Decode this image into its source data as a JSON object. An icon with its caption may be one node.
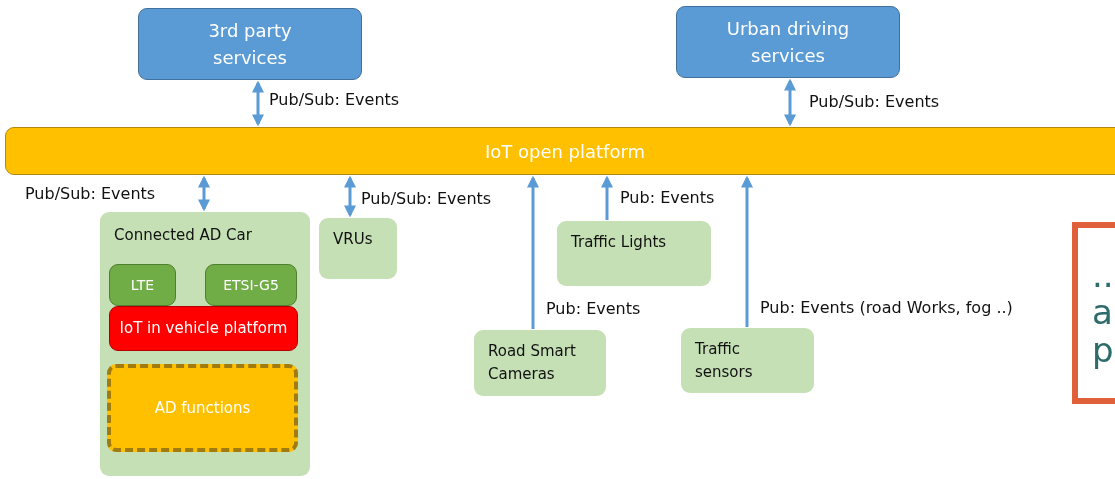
{
  "diagram": {
    "nodes": [
      {
        "text": [
          "3rd party services"
        ]
      },
      {
        "text": [
          "Urban driving services"
        ]
      },
      {
        "text": [
          "IoT open platform"
        ]
      },
      {
        "text": [
          "Connected AD Car"
        ]
      },
      {
        "text": [
          "LTE"
        ],
        "in": 3
      },
      {
        "text": [
          "ETSI-G5"
        ],
        "in": 3
      },
      {
        "text": [
          "IoT in vehicle platform"
        ],
        "in": 3
      },
      {
        "text": [
          "AD functions"
        ],
        "in": 3
      },
      {
        "text": [
          "VRUs"
        ]
      },
      {
        "text": [
          "Traffic Lights"
        ]
      },
      {
        "text": [
          "Road Smart Cameras"
        ]
      },
      {
        "text": [
          "Traffic sensors"
        ]
      },
      {
        "text": [
          ".. a p"
        ]
      }
    ],
    "edges": [
      {
        "from": 0,
        "to": 2,
        "arrow": "both",
        "label": "Pub/Sub: Events"
      },
      {
        "from": 1,
        "to": 2,
        "arrow": "both",
        "label": "Pub/Sub: Events"
      },
      {
        "from": 2,
        "to": 3,
        "arrow": "both",
        "label": "Pub/Sub: Events"
      },
      {
        "from": 2,
        "to": 8,
        "arrow": "both",
        "label": "Pub/Sub: Events"
      },
      {
        "from": 10,
        "to": 2,
        "arrow": "to",
        "label": "Pub: Events"
      },
      {
        "from": 9,
        "to": 2,
        "arrow": "to",
        "label": "Pub: Events"
      },
      {
        "from": 11,
        "to": 2,
        "arrow": "to",
        "label": "Pub: Events (road Works, fog ..)"
      }
    ]
  }
}
